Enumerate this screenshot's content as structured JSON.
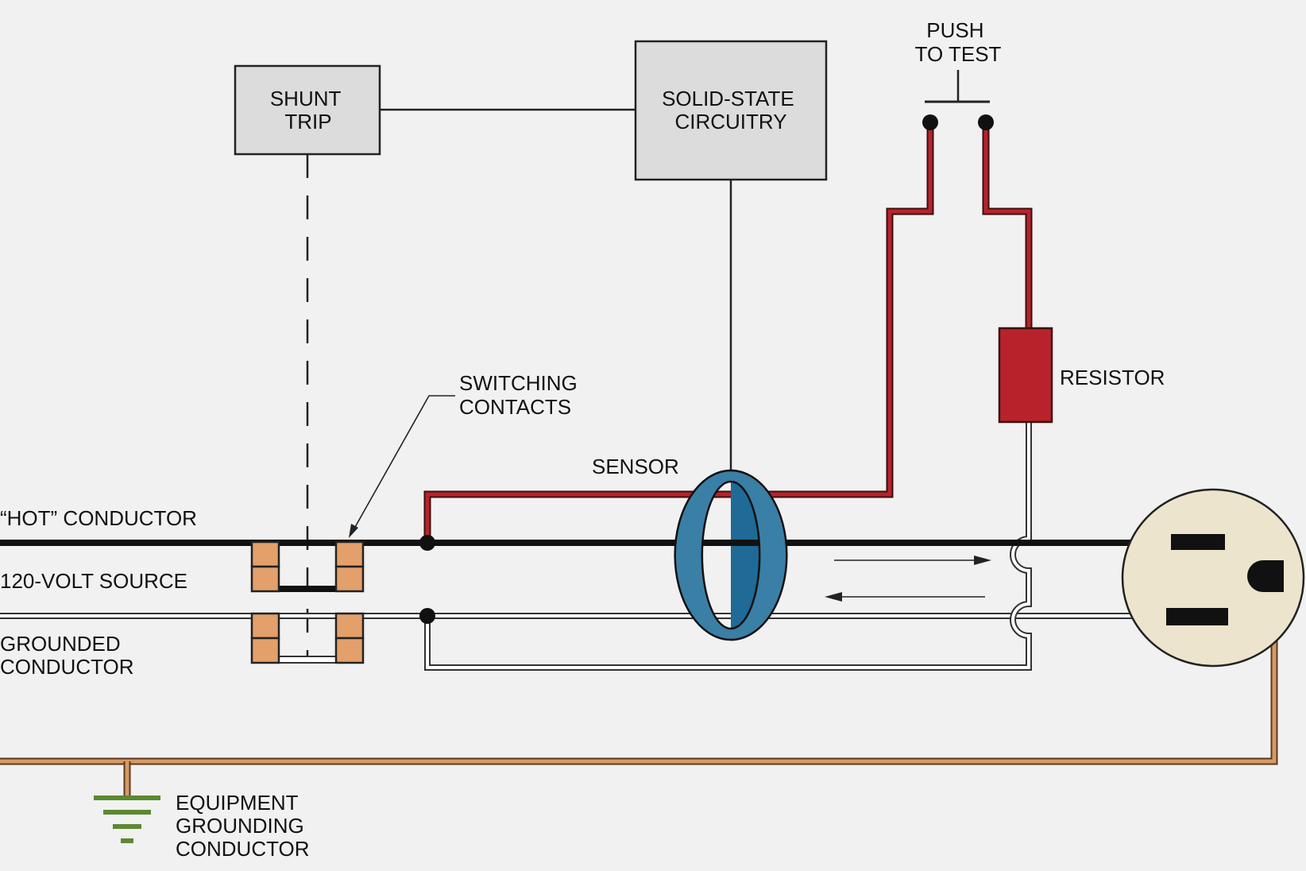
{
  "labels": {
    "shunt_trip": [
      "SHUNT",
      "TRIP"
    ],
    "solid_state": [
      "SOLID-STATE",
      "CIRCUITRY"
    ],
    "push_to_test": [
      "PUSH",
      "TO  TEST"
    ],
    "resistor": "RESISTOR",
    "switching_contacts": [
      "SWITCHING",
      "CONTACTS"
    ],
    "sensor": "SENSOR",
    "hot_conductor": "“HOT”  CONDUCTOR",
    "source": "120-VOLT  SOURCE",
    "grounded_conductor": [
      "GROUNDED",
      "CONDUCTOR"
    ],
    "equipment_grounding": [
      "EQUIPMENT",
      "GROUNDING",
      "CONDUCTOR"
    ]
  },
  "colors": {
    "background": "#f1f1f1",
    "box_fill": "#dcdcdc",
    "test_wire": "#b8232b",
    "resistor": "#b8232b",
    "sensor": "#3a7fa6",
    "contacts": "#e3a06b",
    "ground_wire": "#d79a62",
    "ground_symbol": "#5b8a2f",
    "receptacle": "#ece4cc"
  }
}
